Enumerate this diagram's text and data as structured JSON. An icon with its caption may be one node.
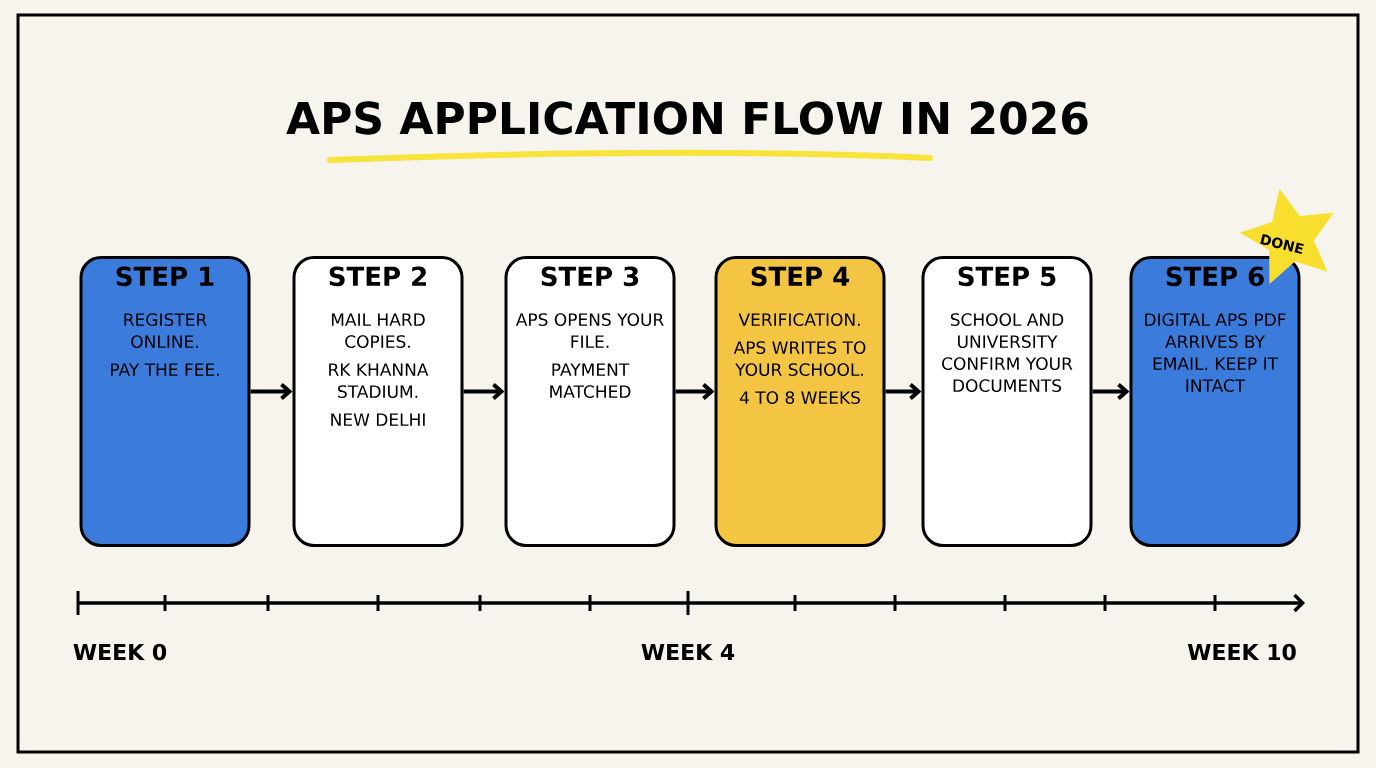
{
  "diagram": {
    "title": "APS APPLICATION FLOW IN 2026",
    "nodes": [
      {
        "text": [
          "STEP 1",
          "REGISTER ONLINE.",
          "PAY THE FEE."
        ]
      },
      {
        "text": [
          "STEP 2",
          "MAIL HARD COPIES.",
          "RK KHANNA STADIUM.",
          "NEW DELHI"
        ]
      },
      {
        "text": [
          "STEP 3",
          "APS OPENS YOUR FILE.",
          "PAYMENT MATCHED"
        ]
      },
      {
        "text": [
          "STEP 4",
          "VERIFICATION.",
          "APS WRITES TO YOUR SCHOOL.",
          "4 TO 8 WEEKS"
        ]
      },
      {
        "text": [
          "STEP 5",
          "SCHOOL AND UNIVERSITY CONFIRM YOUR DOCUMENTS"
        ]
      },
      {
        "text": [
          "STEP 6",
          "DIGITAL APS PDF ARRIVES BY EMAIL. KEEP IT INTACT"
        ]
      },
      {
        "text": [
          "DONE"
        ]
      }
    ],
    "edges": [
      {
        "from": 0,
        "to": 1,
        "arrow": "to"
      },
      {
        "from": 1,
        "to": 2,
        "arrow": "to"
      },
      {
        "from": 2,
        "to": 3,
        "arrow": "to"
      },
      {
        "from": 3,
        "to": 4,
        "arrow": "to"
      },
      {
        "from": 4,
        "to": 5,
        "arrow": "to"
      }
    ],
    "labels": [
      "WEEK 0",
      "WEEK 4",
      "WEEK 10"
    ]
  }
}
